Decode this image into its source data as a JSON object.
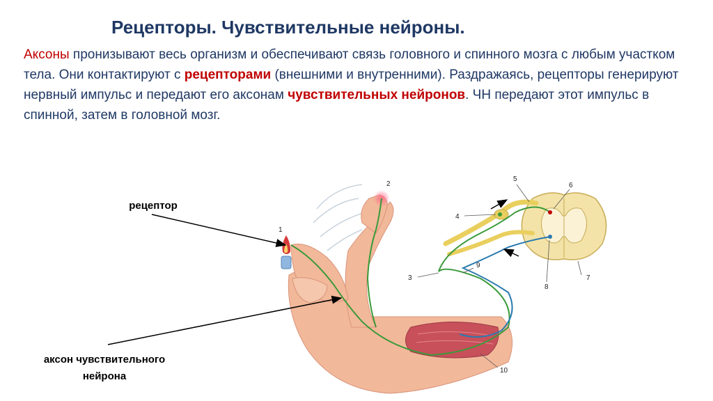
{
  "title": "Рецепторы. Чувствительные нейроны.",
  "paragraph": {
    "p1": "Аксоны",
    "p2": " пронизывают весь организм и обеспечивают связь головного и спинного мозга с любым участком тела. Они контактируют с ",
    "p3": "рецепторами",
    "p4": " (внешними и внутренними). Раздражаясь, рецепторы генерируют нервный импульс и передают его аксонам ",
    "p5": "чувствительных нейронов",
    "p6": ". ЧН передают этот импульс в спинной, затем в головной мозг."
  },
  "labels": {
    "receptor": "рецептор",
    "axon_line1": "аксон чувствительного",
    "axon_line2": "нейрона"
  },
  "numbers": [
    "1",
    "2",
    "3",
    "4",
    "5",
    "6",
    "7",
    "8",
    "9",
    "10"
  ],
  "colors": {
    "title": "#1f3864",
    "highlight": "#c00000",
    "skin": "#f2b89a",
    "nerve_green": "#3a9a3a",
    "nerve_blue": "#2a7ab0",
    "spinal": "#f3e3a8",
    "nerve_yellow": "#e9cf5e"
  }
}
